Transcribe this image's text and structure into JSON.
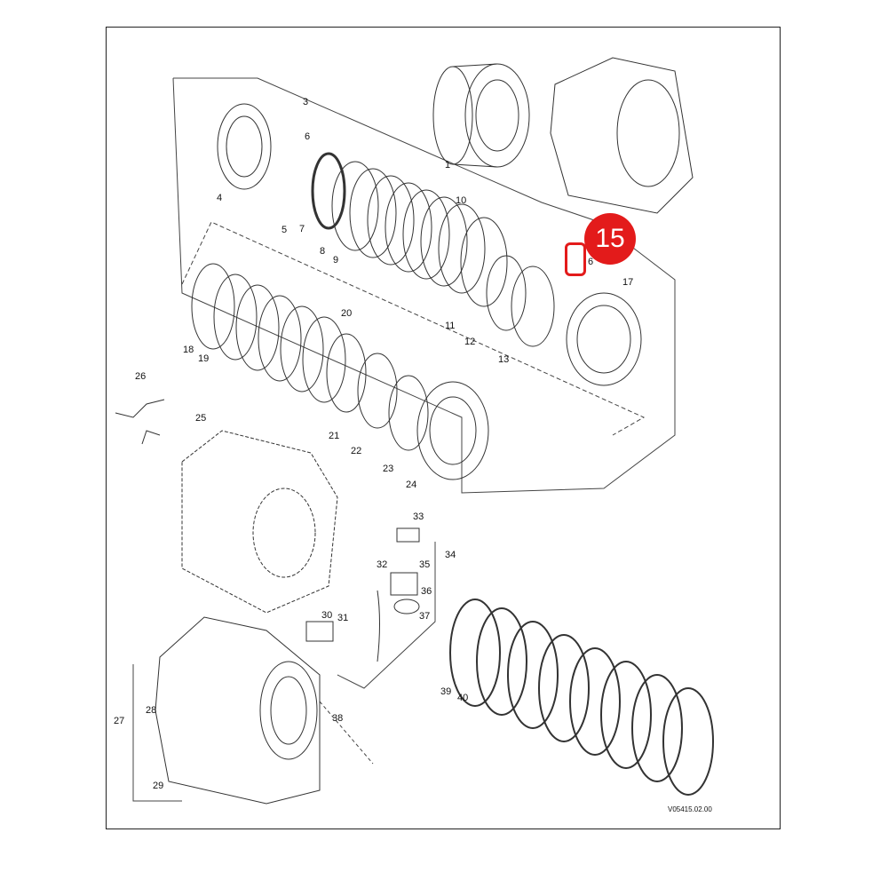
{
  "callout": {
    "number": "15",
    "color": "#e31b1b"
  },
  "drawing_code": "V05415.02.00",
  "part_labels": {
    "p1": "1",
    "p3": "3",
    "p4": "4",
    "p5": "5",
    "p6a": "6",
    "p6b": "6",
    "p7": "7",
    "p8": "8",
    "p9": "9",
    "p10": "10",
    "p11": "11",
    "p12": "12",
    "p13": "13",
    "p17": "17",
    "p18": "18",
    "p19": "19",
    "p20": "20",
    "p21": "21",
    "p22": "22",
    "p23": "23",
    "p24": "24",
    "p25": "25",
    "p26": "26",
    "p27": "27",
    "p28": "28",
    "p29": "29",
    "p30": "30",
    "p31": "31",
    "p32": "32",
    "p33": "33",
    "p34": "34",
    "p35": "35",
    "p36": "36",
    "p37": "37",
    "p38": "38",
    "p39": "39",
    "p40": "40"
  }
}
